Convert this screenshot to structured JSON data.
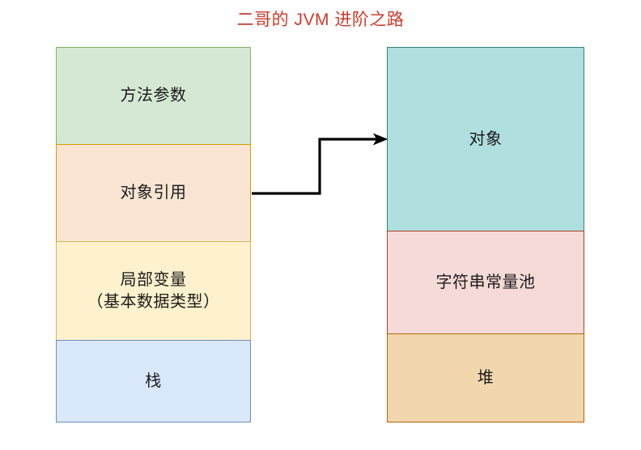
{
  "title": "二哥的 JVM 进阶之路",
  "title_color": "#cc3b2b",
  "diagram": {
    "type": "block-diagram",
    "subject": "JVM 栈与堆内存结构",
    "stack_column": {
      "name": "栈",
      "blocks": [
        {
          "id": "method-params",
          "label": "方法参数",
          "fill": "#d5e8d4",
          "stroke": "#82b366"
        },
        {
          "id": "object-ref",
          "label": "对象引用",
          "fill": "#fae5d3",
          "stroke": "#d79b00"
        },
        {
          "id": "local-vars",
          "label": "局部变量\n（基本数据类型）",
          "fill": "#fdf2cd",
          "stroke": "#d6b656"
        },
        {
          "id": "stack",
          "label": "栈",
          "fill": "#dae8fc",
          "stroke": "#6c8ebf"
        }
      ]
    },
    "heap_column": {
      "name": "堆",
      "blocks": [
        {
          "id": "object",
          "label": "对象",
          "fill": "#b0dfe0",
          "stroke": "#337f84"
        },
        {
          "id": "string-pool",
          "label": "字符串常量池",
          "fill": "#f5dad7",
          "stroke": "#a8432c"
        },
        {
          "id": "heap",
          "label": "堆",
          "fill": "#f2d7ae",
          "stroke": "#b46504"
        }
      ]
    },
    "connector": {
      "id": "object-ref-to-object",
      "from": "object-ref",
      "to": "object",
      "style": "orthogonal-elbow",
      "color": "#000000",
      "arrowhead": "filled-triangle"
    }
  }
}
